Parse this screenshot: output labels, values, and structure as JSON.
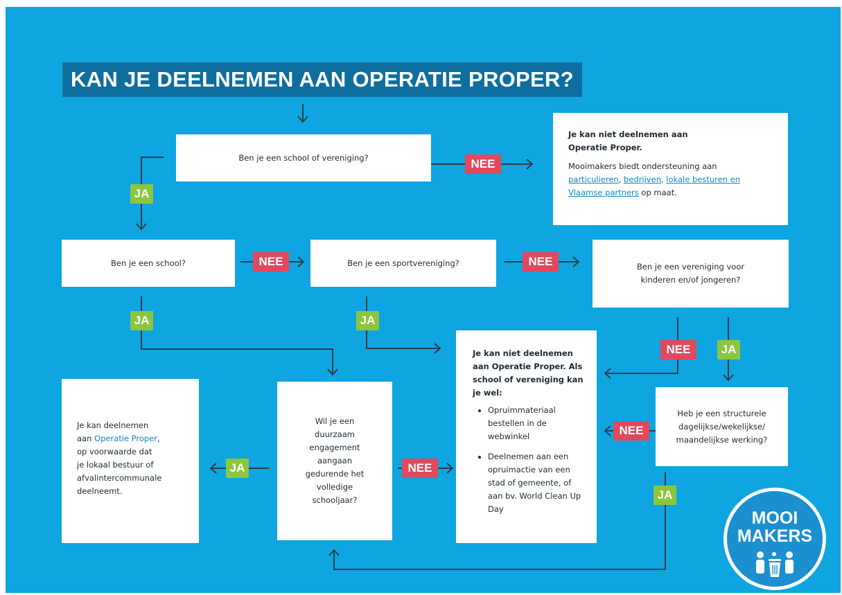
{
  "title": "KAN JE DEELNEMEN AAN OPERATIE PROPER?",
  "colors": {
    "background": "#0ea5e0",
    "title_bg": "#0d6e9f",
    "nee": "#e0495c",
    "ja": "#8cc63f",
    "link": "#1584c4"
  },
  "boxes": {
    "q_school_vereniging": "Ben je een school of vereniging?",
    "no_participation": {
      "heading_line1": "Je kan niet deelnemen aan",
      "heading_line2": "Operatie Proper.",
      "text_pre": "Mooimakers biedt ondersteuning aan",
      "link1": "particulieren",
      "sep1": ", ",
      "link2": "bedrijven",
      "sep2": ", ",
      "link3": "lokale besturen en Vlaamse partners",
      "text_post": " op maat."
    },
    "q_school": "Ben je een school?",
    "q_sportvereniging": "Ben je een sportvereniging?",
    "q_jeugd": "Ben je een vereniging voor kinderen en/of jongeren?",
    "result_yes": {
      "line1": "Je kan deelnemen",
      "line2_pre": "aan ",
      "line2_link": "Operatie Proper",
      "line2_post": ",",
      "line3": "op voorwaarde dat",
      "line4": "je lokaal bestuur of",
      "line5": "afvalintercommunale",
      "line6": "deelneemt."
    },
    "q_engagement": "Wil je een duurzaam engagement aangaan gedurende het volledige schooljaar?",
    "alt_option": {
      "heading": "Je kan niet deelnemen aan Operatie Proper. Als school of vereniging kan je wel:",
      "items": [
        "Opruimmateriaal bestellen in de webwinkel",
        "Deelnemen aan een opruimactie van een stad of gemeente, of aan bv. World Clean Up Day"
      ]
    },
    "q_werking": "Heb je een structurele dagelijkse/wekelijkse/ maandelijkse werking?"
  },
  "labels": {
    "nee": "NEE",
    "ja": "JA"
  },
  "logo": {
    "line1": "MOOI",
    "line2": "MAKERS"
  }
}
